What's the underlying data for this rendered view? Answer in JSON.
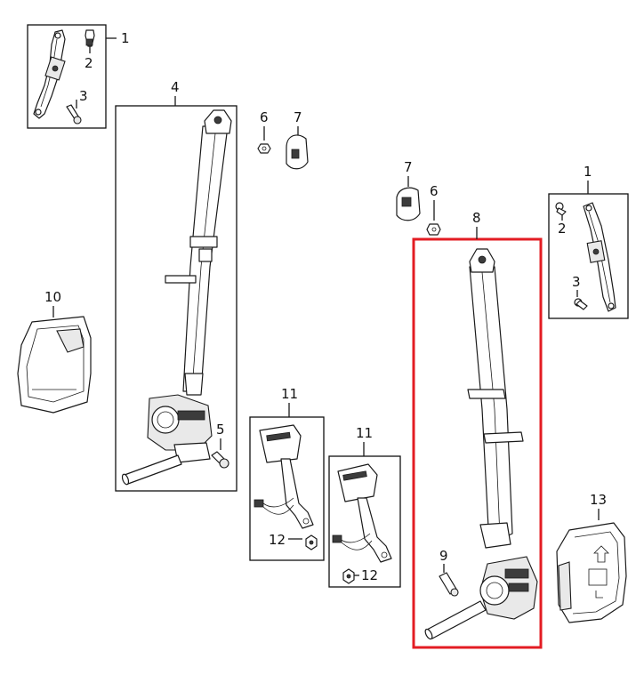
{
  "colors": {
    "line": "#1a1a1a",
    "highlight": "#e31c23",
    "background": "#ffffff"
  },
  "highlighted_part": "8",
  "callouts": {
    "c1_left": "1",
    "c2_left": "2",
    "c3_left": "3",
    "c4": "4",
    "c5": "5",
    "c6_left": "6",
    "c7_left": "7",
    "c7_right": "7",
    "c6_right": "6",
    "c8": "8",
    "c1_right": "1",
    "c2_right": "2",
    "c3_right": "3",
    "c10": "10",
    "c11_left": "11",
    "c11_right": "11",
    "c12_left": "12",
    "c12_right": "12",
    "c9": "9",
    "c13": "13"
  }
}
